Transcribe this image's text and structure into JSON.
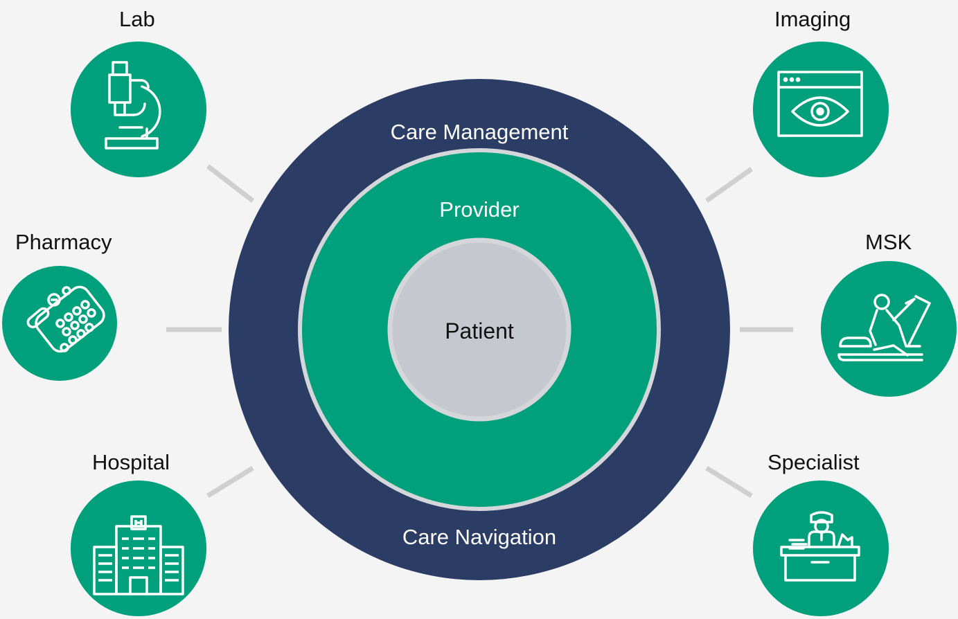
{
  "diagram": {
    "center": {
      "label": "Patient"
    },
    "inner_ring": {
      "label": "Provider"
    },
    "outer_ring": {
      "top_label": "Care Management",
      "bottom_label": "Care Navigation"
    },
    "nodes": [
      {
        "id": "lab",
        "label": "Lab",
        "icon": "microscope-icon"
      },
      {
        "id": "pharmacy",
        "label": "Pharmacy",
        "icon": "pill-blister-icon"
      },
      {
        "id": "hospital",
        "label": "Hospital",
        "icon": "hospital-building-icon"
      },
      {
        "id": "imaging",
        "label": "Imaging",
        "icon": "eye-screen-icon"
      },
      {
        "id": "msk",
        "label": "MSK",
        "icon": "physiotherapy-icon"
      },
      {
        "id": "specialist",
        "label": "Specialist",
        "icon": "doctor-desk-icon"
      }
    ]
  },
  "colors": {
    "background": "#f4f4f4",
    "navy": "#2b3d64",
    "green": "#00a07d",
    "patient_gray": "#c6c8cf",
    "ring_border": "#d4d6da",
    "connector": "#cfcfcf"
  }
}
